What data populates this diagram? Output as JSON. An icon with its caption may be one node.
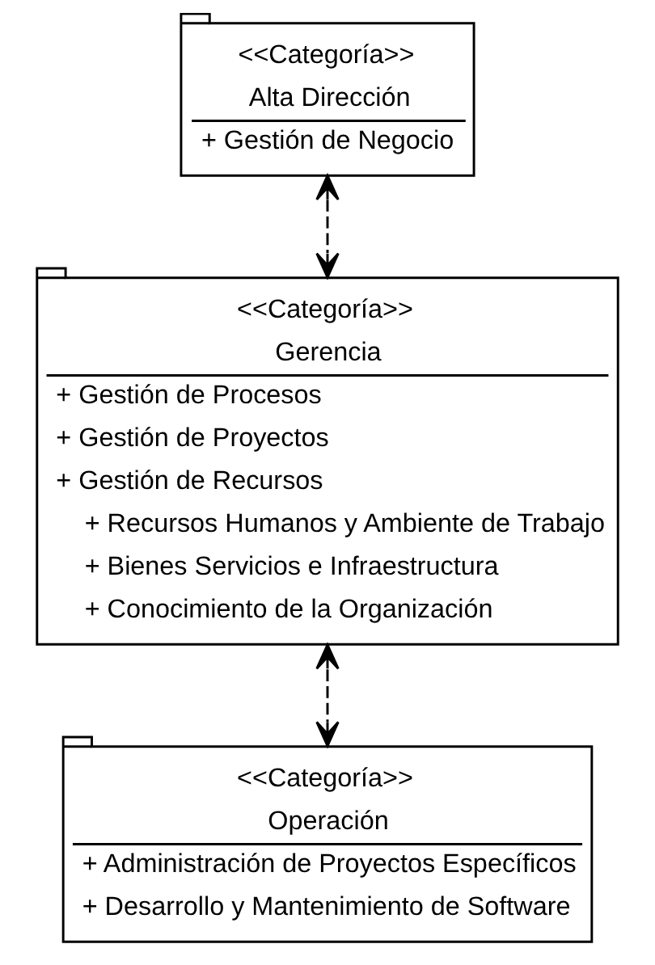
{
  "diagram": {
    "nodes": [
      {
        "text": [
          "<<Categoría>>",
          "Alta Dirección",
          "+ Gestión de Negocio"
        ]
      },
      {
        "text": [
          "<<Categoría>>",
          "Gerencia",
          "+ Gestión de Procesos",
          "+ Gestión de Proyectos",
          "+ Gestión de Recursos",
          "+ Recursos Humanos y Ambiente de Trabajo",
          "+ Bienes Servicios e Infraestructura",
          "+ Conocimiento de la Organización"
        ]
      },
      {
        "text": [
          "<<Categoría>>",
          "Operación",
          "+ Administración de Proyectos Específicos",
          "+ Desarrollo y Mantenimiento de Software"
        ]
      }
    ],
    "edges": [
      {
        "from": 0,
        "to": 1,
        "arrow": "both",
        "style": "dashed"
      },
      {
        "from": 1,
        "to": 2,
        "arrow": "both",
        "style": "dashed"
      }
    ]
  }
}
